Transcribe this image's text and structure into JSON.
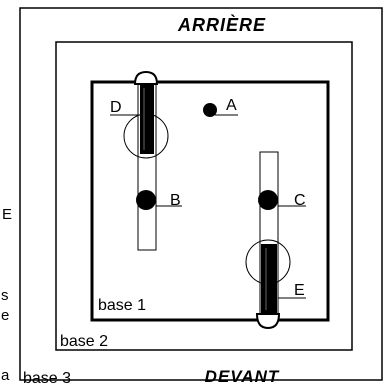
{
  "labels": {
    "top": "ARRIÈRE",
    "bottom": "DEVANT",
    "base1": "base 1",
    "base2": "base 2",
    "base3": "base 3"
  },
  "points": {
    "A": "A",
    "B": "B",
    "C": "C",
    "D": "D",
    "E": "E"
  },
  "edge_text": {
    "e_mark": "E",
    "s_mark": "s",
    "e2_mark": "e",
    "a_mark": "a"
  },
  "colors": {
    "stroke": "#000000",
    "fill_dark": "#000000",
    "background": "#ffffff"
  }
}
